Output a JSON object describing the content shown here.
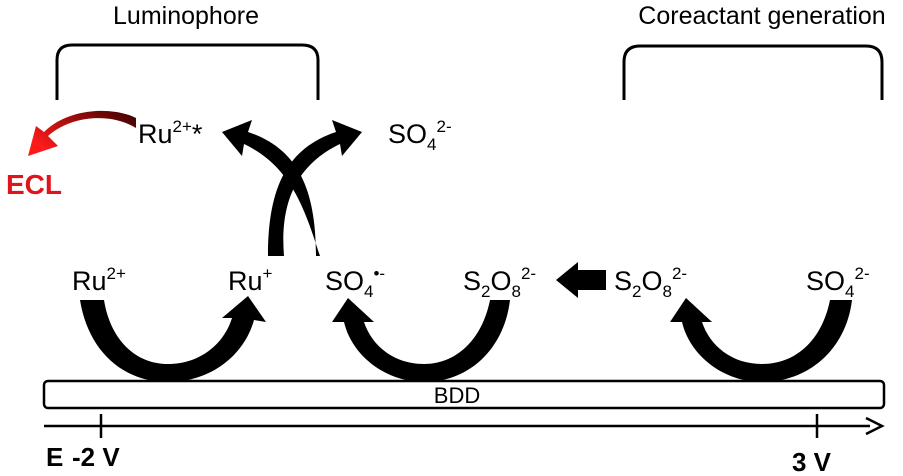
{
  "headings": {
    "luminophore": "Luminophore",
    "coreactant": "Coreactant generation"
  },
  "species": {
    "ru_excited": {
      "base": "Ru",
      "sup": "2+",
      "tail": "*"
    },
    "so4_top": {
      "base": "SO",
      "sub": "4",
      "sup": "2-"
    },
    "ru2": {
      "base": "Ru",
      "sup": "2+"
    },
    "ru_plus": {
      "base": "Ru",
      "sup": "+"
    },
    "so4_radical": {
      "base": "SO",
      "sub": "4",
      "sup": "•-"
    },
    "s2o8_left": {
      "a": "S",
      "sub1": "2",
      "b": "O",
      "sub2": "8",
      "sup": "2-"
    },
    "s2o8_right": {
      "a": "S",
      "sub1": "2",
      "b": "O",
      "sub2": "8",
      "sup": "2-"
    },
    "so4_right": {
      "base": "SO",
      "sub": "4",
      "sup": "2-"
    }
  },
  "ecl_label": "ECL",
  "electrode_label": "BDD",
  "axis": {
    "label": "E",
    "left_tick": "-2 V",
    "right_tick": "3 V"
  },
  "colors": {
    "ecl": "#e0141b",
    "ecl_dark": "#5a0000",
    "ink": "#000000"
  }
}
